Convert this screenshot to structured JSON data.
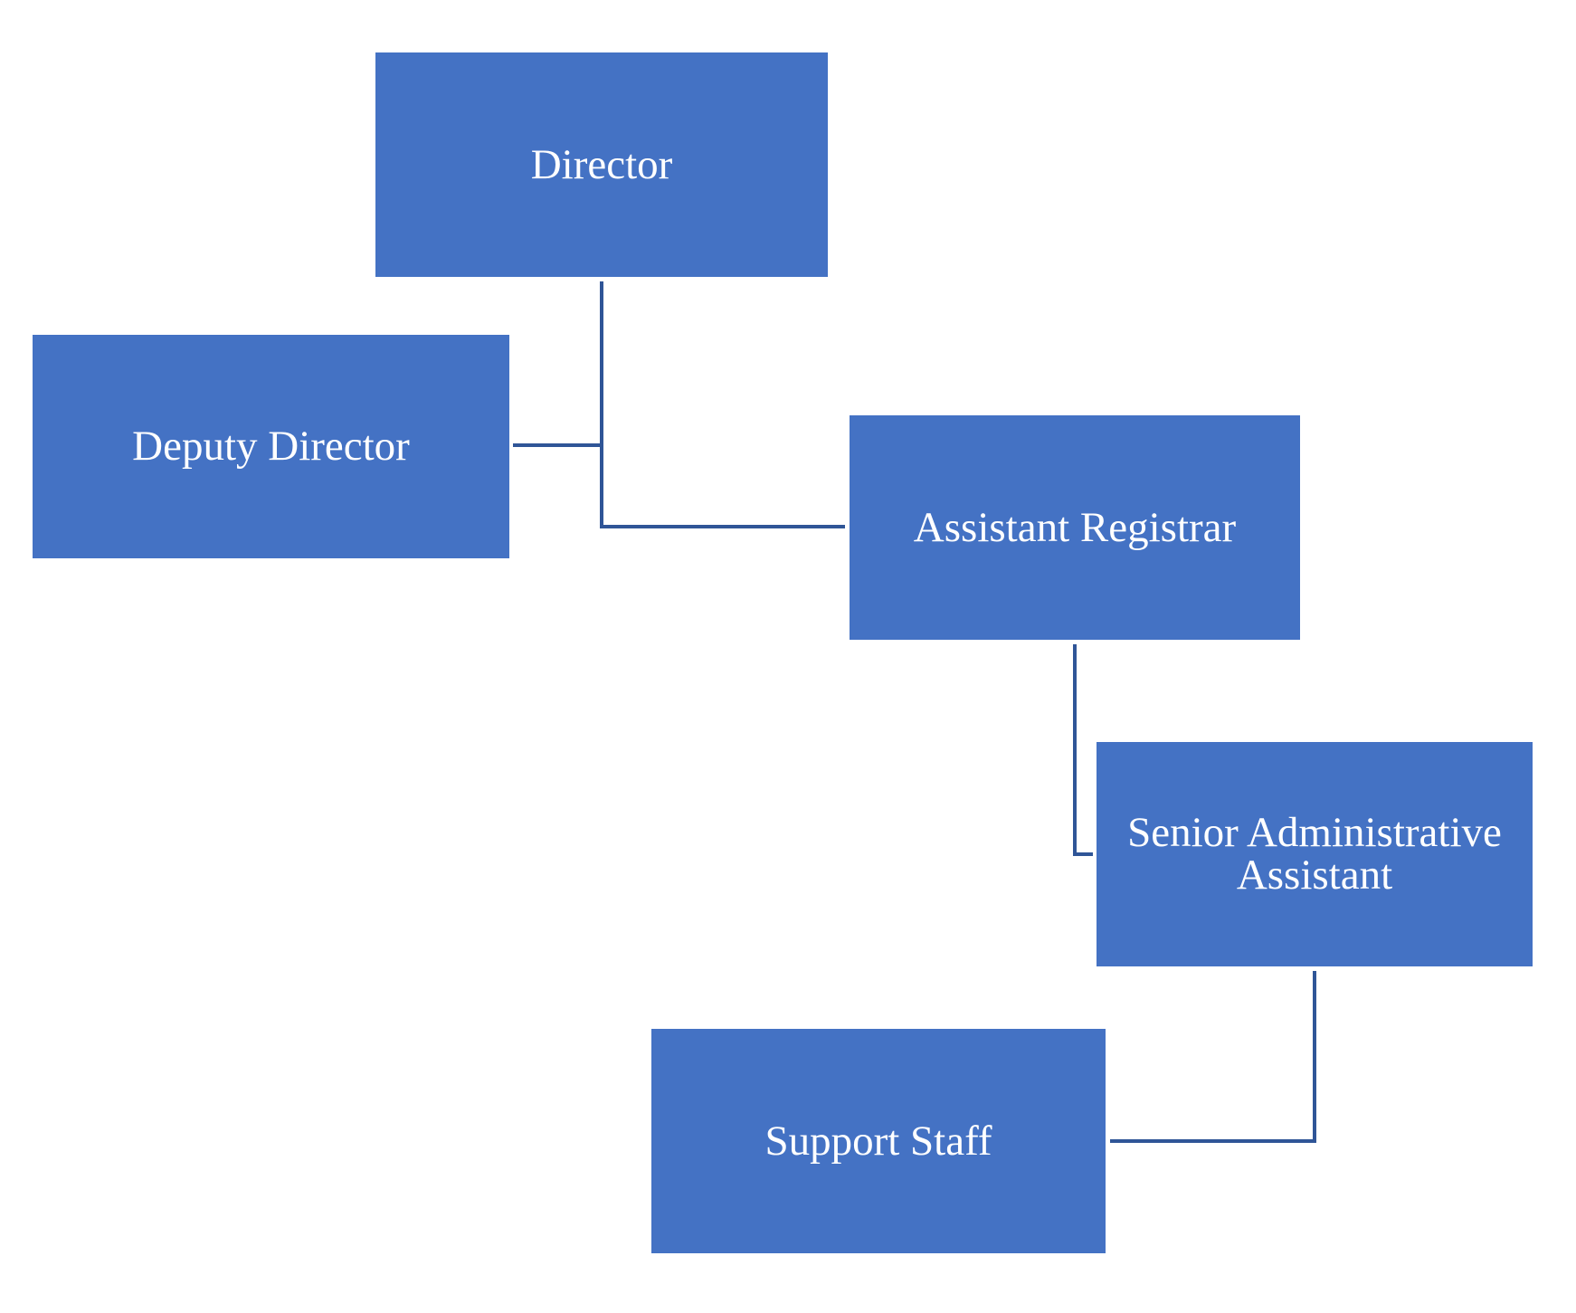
{
  "org_chart": {
    "node_color": "#4472C4",
    "text_color": "#FFFFFF",
    "connector_color": "#2F5597",
    "nodes": {
      "director": {
        "label": "Director"
      },
      "deputy_director": {
        "label": "Deputy Director"
      },
      "assistant_registrar": {
        "label": "Assistant Registrar"
      },
      "senior_admin_assistant": {
        "label": "Senior Administrative Assistant"
      },
      "support_staff": {
        "label": "Support Staff"
      }
    },
    "relationships": [
      {
        "from": "director",
        "to": "deputy_director"
      },
      {
        "from": "director",
        "to": "assistant_registrar"
      },
      {
        "from": "assistant_registrar",
        "to": "senior_admin_assistant"
      },
      {
        "from": "senior_admin_assistant",
        "to": "support_staff"
      }
    ]
  }
}
